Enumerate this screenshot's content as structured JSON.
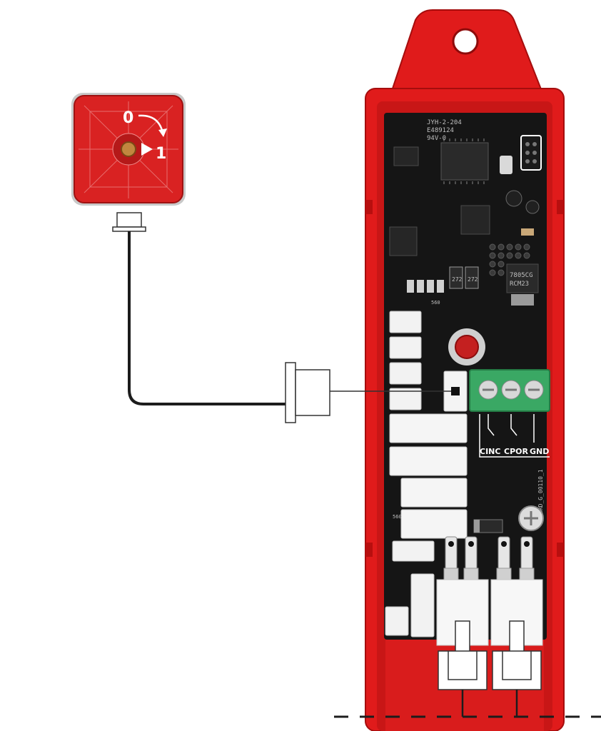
{
  "knob": {
    "label_zero": "0",
    "label_one": "1"
  },
  "terminals": {
    "labels": [
      "CINC",
      "CPOR",
      "GND"
    ],
    "block_color": "#3aa864"
  },
  "board": {
    "silkscreen": [
      "JYH-2-204",
      "E489124",
      "94V-0"
    ],
    "regulator_text": [
      "7805CG",
      "RCM23"
    ],
    "resistor_text": [
      "272",
      "272"
    ],
    "small_marks": [
      "560",
      "560"
    ],
    "side_text": "BRD_G_00110_1"
  },
  "colors": {
    "enclosure": "#e01b1b",
    "enclosure_dark": "#b80f0f",
    "pcb": "#151515",
    "knob_face": "#d92222",
    "cable": "#1c1c1c"
  },
  "icons": [
    "rotate-arrow-icon",
    "play-triangle-icon",
    "screw-icon"
  ]
}
